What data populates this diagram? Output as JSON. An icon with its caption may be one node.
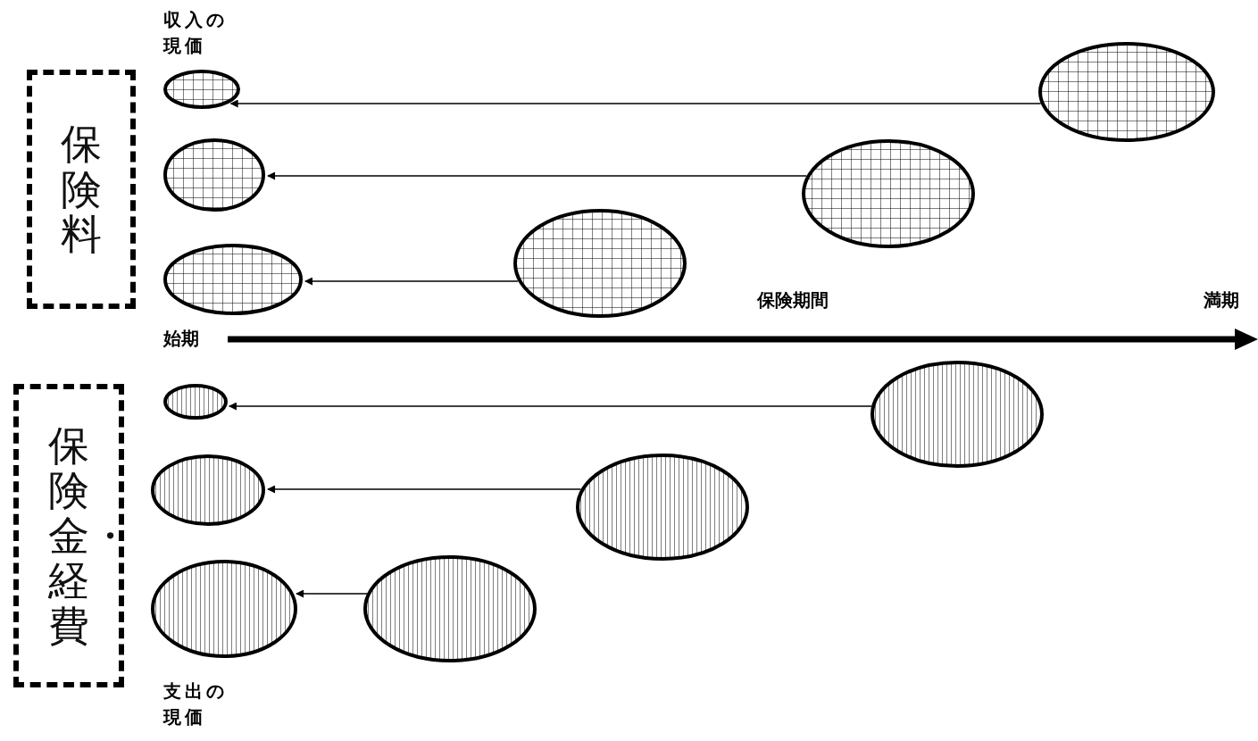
{
  "diagram": {
    "nodes": [
      {
        "text": [
          "保険料"
        ]
      },
      {
        "text": [],
        "shape": "ellipse"
      },
      {
        "text": [],
        "shape": "ellipse"
      },
      {
        "text": [],
        "shape": "ellipse"
      },
      {
        "text": [],
        "shape": "ellipse"
      },
      {
        "text": [],
        "shape": "ellipse"
      },
      {
        "text": [],
        "shape": "ellipse"
      },
      {
        "text": [
          "保険金・経費"
        ]
      },
      {
        "text": [],
        "shape": "ellipse"
      },
      {
        "text": [],
        "shape": "ellipse"
      },
      {
        "text": [],
        "shape": "ellipse"
      },
      {
        "text": [],
        "shape": "ellipse"
      },
      {
        "text": [],
        "shape": "ellipse"
      },
      {
        "text": [],
        "shape": "ellipse"
      }
    ],
    "edges": [
      {
        "from": 2,
        "to": 1,
        "arrow": "to"
      },
      {
        "from": 4,
        "to": 3,
        "arrow": "to"
      },
      {
        "from": 6,
        "to": 5,
        "arrow": "to"
      },
      {
        "from": 9,
        "to": 8,
        "arrow": "to"
      },
      {
        "from": 11,
        "to": 10,
        "arrow": "to"
      },
      {
        "from": 13,
        "to": 12,
        "arrow": "to"
      }
    ],
    "labels": [
      "収入の現価",
      "保険期間",
      "満期",
      "始期",
      "支出の現価"
    ]
  }
}
